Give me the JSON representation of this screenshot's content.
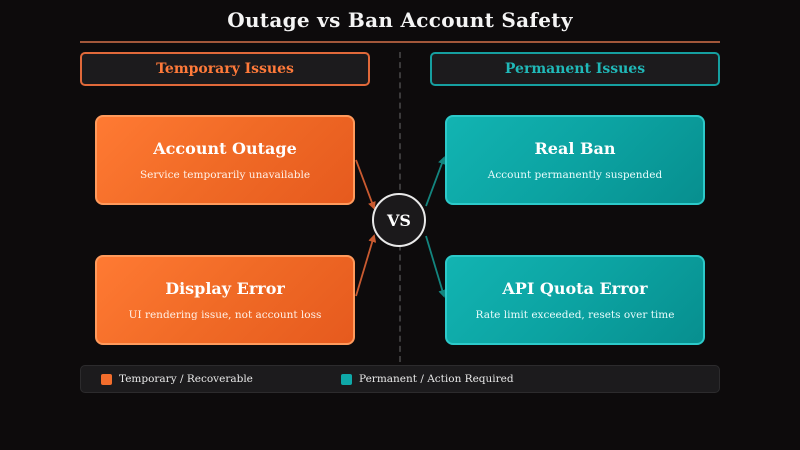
{
  "title": "Outage vs Ban Account Safety",
  "colors": {
    "temporary": "#f26d2c",
    "permanent": "#0fa8a8"
  },
  "headers": {
    "temporary": "Temporary Issues",
    "permanent": "Permanent Issues"
  },
  "cards": {
    "account_outage": {
      "title": "Account Outage",
      "subtitle": "Service temporarily unavailable"
    },
    "display_error": {
      "title": "Display Error",
      "subtitle": "UI rendering issue, not account loss"
    },
    "real_ban": {
      "title": "Real Ban",
      "subtitle": "Account permanently suspended"
    },
    "api_quota_error": {
      "title": "API Quota Error",
      "subtitle": "Rate limit exceeded, resets over time"
    }
  },
  "center_label": "VS",
  "legend": {
    "temporary": "Temporary / Recoverable",
    "permanent": "Permanent / Action Required"
  }
}
